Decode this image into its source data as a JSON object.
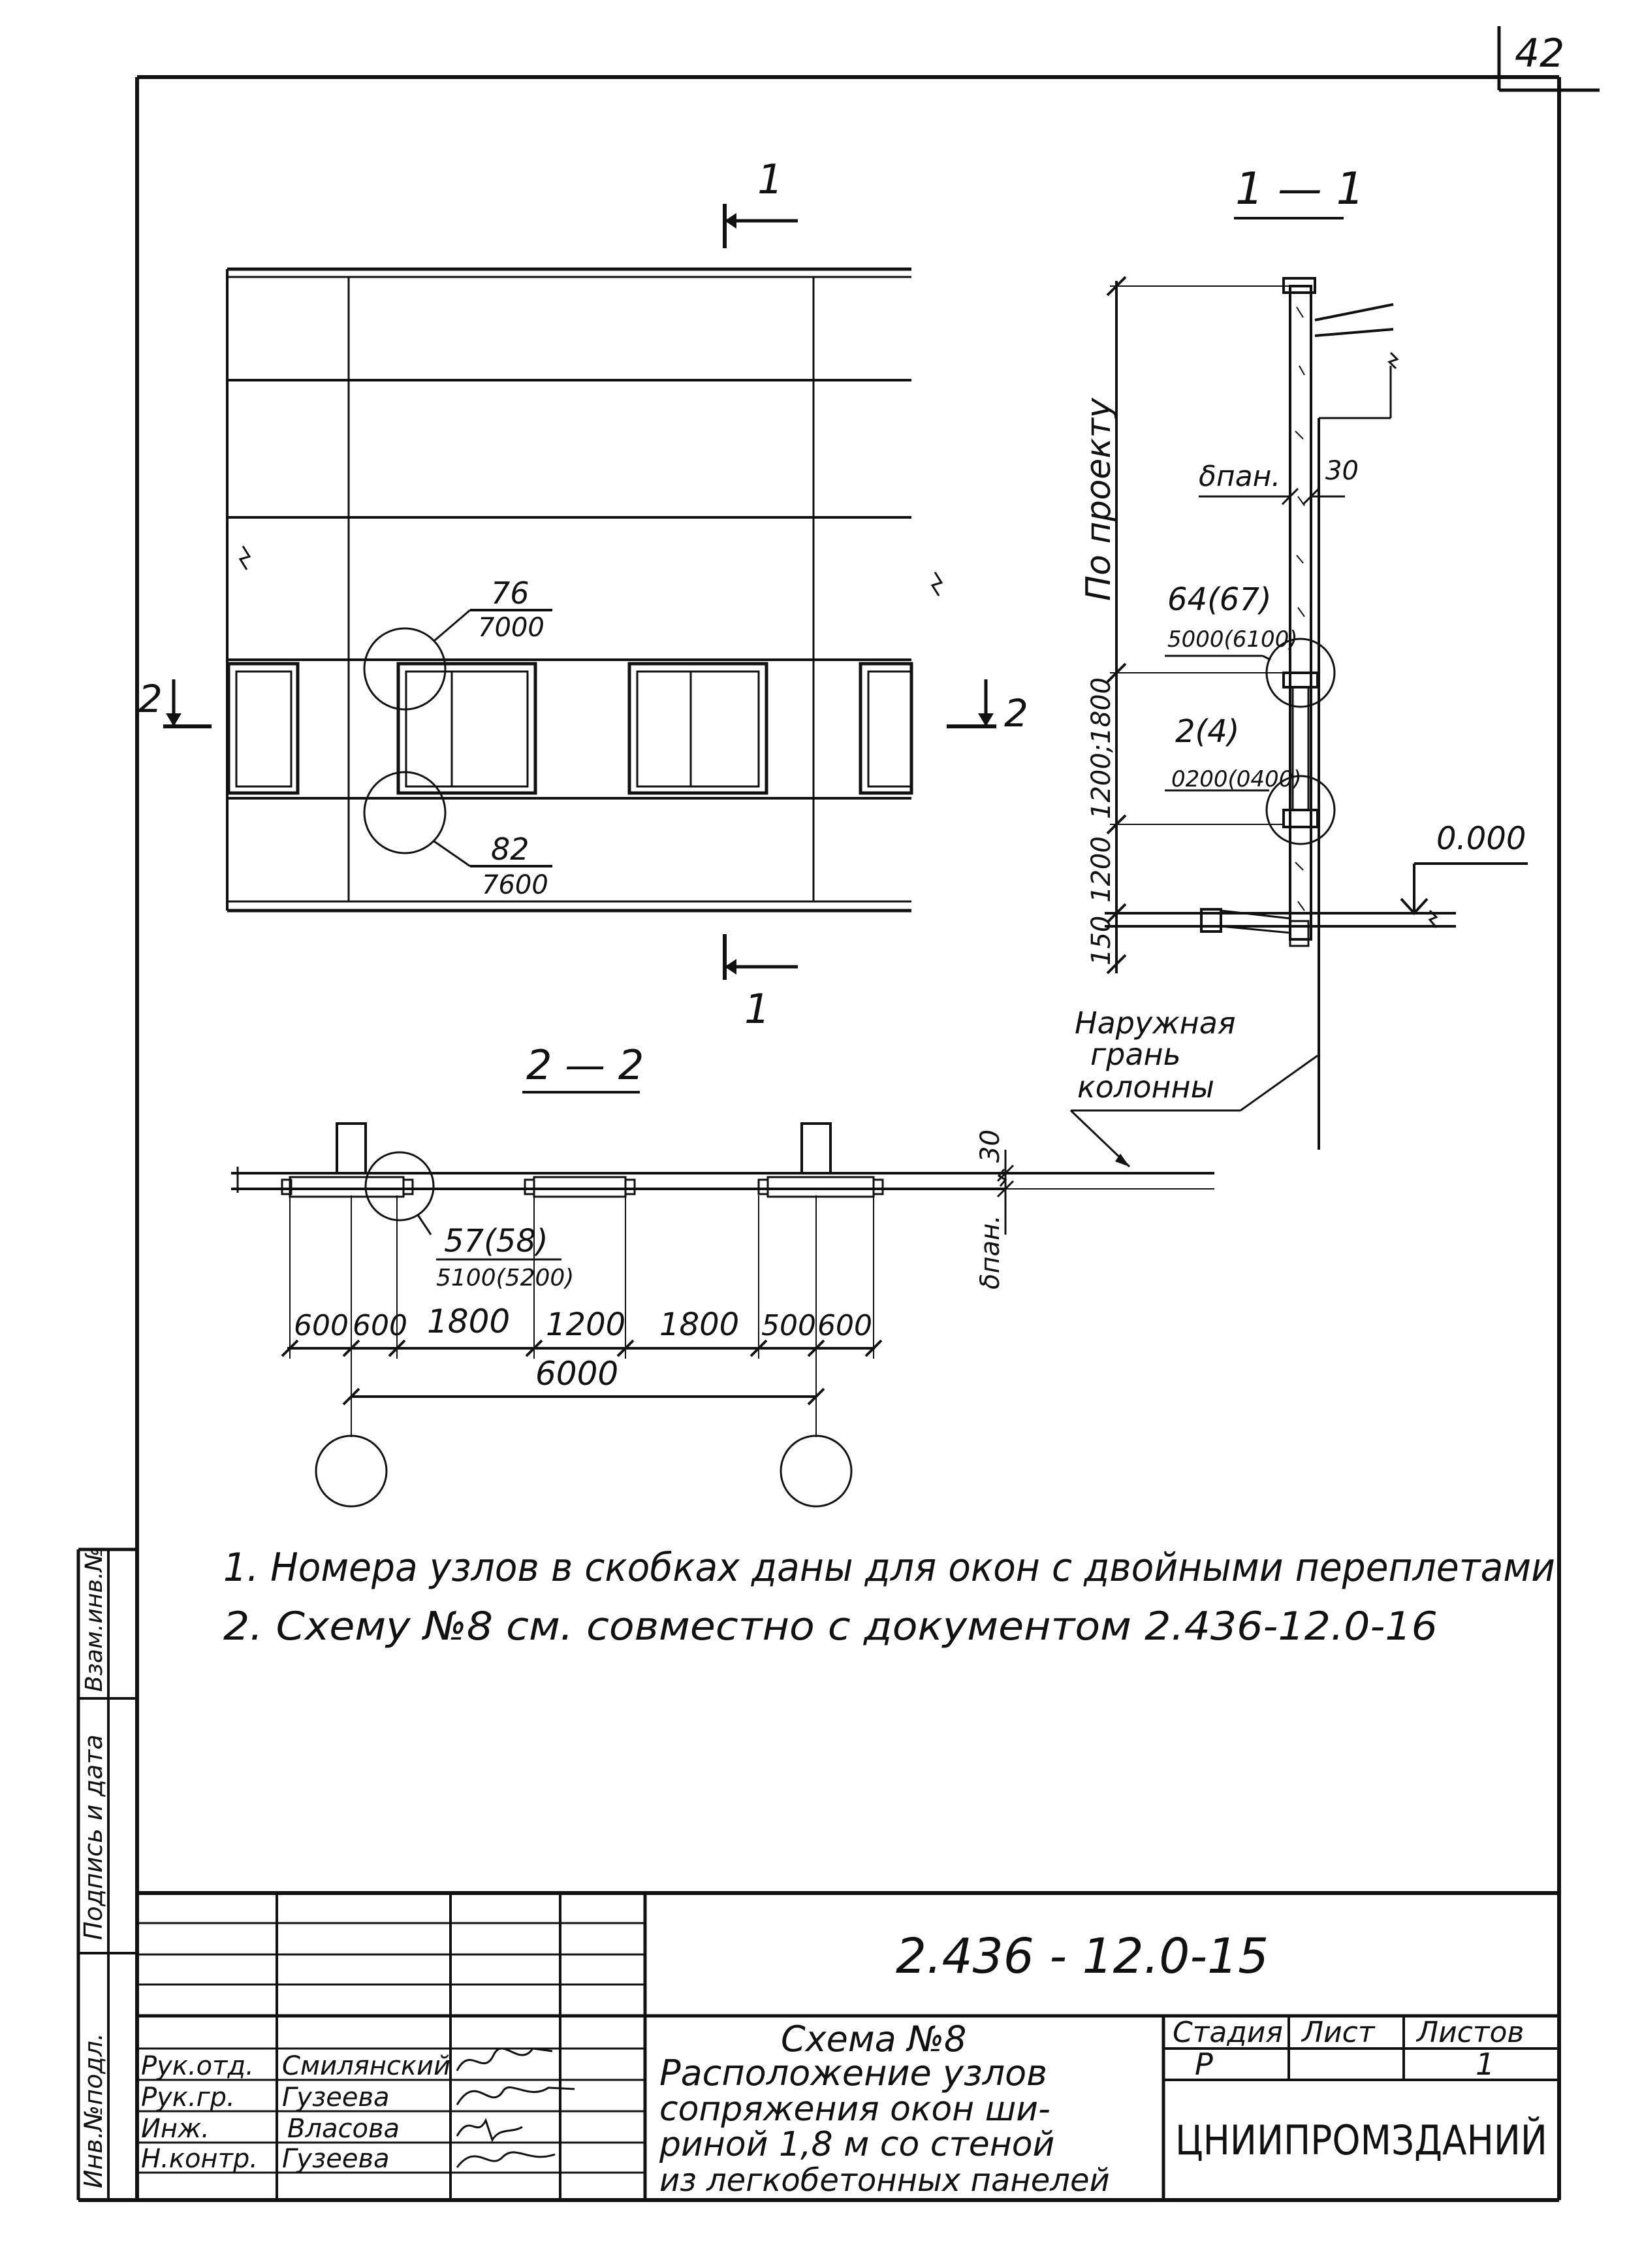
{
  "sheet_number": "42",
  "elevation": {
    "section_mark_top": "1",
    "section_mark_bottom": "1",
    "section_mark_left": "2",
    "section_mark_right": "2",
    "node_top": {
      "number": "76",
      "code": "7000"
    },
    "node_bottom": {
      "number": "82",
      "code": "7600"
    }
  },
  "section_1_1": {
    "title": "1 — 1",
    "dim_by_project": "По проекту",
    "dim_1200_1800": "1200;1800",
    "dim_1200": "1200",
    "dim_150": "150",
    "b_pan": "δпан.",
    "dim_30": "30",
    "node_upper": {
      "number": "64(67)",
      "code": "5000(6100)"
    },
    "node_lower": {
      "number": "2(4)",
      "code": "0200(0400)"
    },
    "level_mark": "0.000",
    "outer_face_note": [
      "Наружная",
      "грань",
      "колонны"
    ]
  },
  "section_2_2": {
    "title": "2 — 2",
    "node": {
      "number": "57(58)",
      "code": "5100(5200)"
    },
    "dims": [
      "600",
      "600",
      "1800",
      "1200",
      "1800",
      "500",
      "600"
    ],
    "total_dim": "6000",
    "dim_30": "30",
    "b_pan": "δпан."
  },
  "notes": [
    "1. Номера узлов в скобках даны для окон с двойными переплетами",
    "2. Схему №8 см. совместно с документом 2.436-12.0-16"
  ],
  "side_stamp": [
    "Инв.№подл.",
    "Подпись и дата",
    "Взам.инв.№"
  ],
  "title_block": {
    "doc_code": "2.436 - 12.0-15",
    "title_lines": [
      "Схема №8",
      "Расположение узлов",
      "сопряжения окон ши-",
      "риной 1,8 м со стеной",
      "из легкобетонных панелей"
    ],
    "stage_label": "Стадия",
    "sheet_label": "Лист",
    "sheets_label": "Листов",
    "stage_value": "Р",
    "sheet_value": "",
    "sheets_value": "1",
    "organization": "ЦНИИПРОМЗДАНИЙ",
    "signatures": [
      {
        "role": "Рук.отд.",
        "name": "Смилянский"
      },
      {
        "role": "Рук.гр.",
        "name": "Гузеева"
      },
      {
        "role": "Инж.",
        "name": "Власова"
      },
      {
        "role": "Н.контр.",
        "name": "Гузеева"
      }
    ]
  }
}
